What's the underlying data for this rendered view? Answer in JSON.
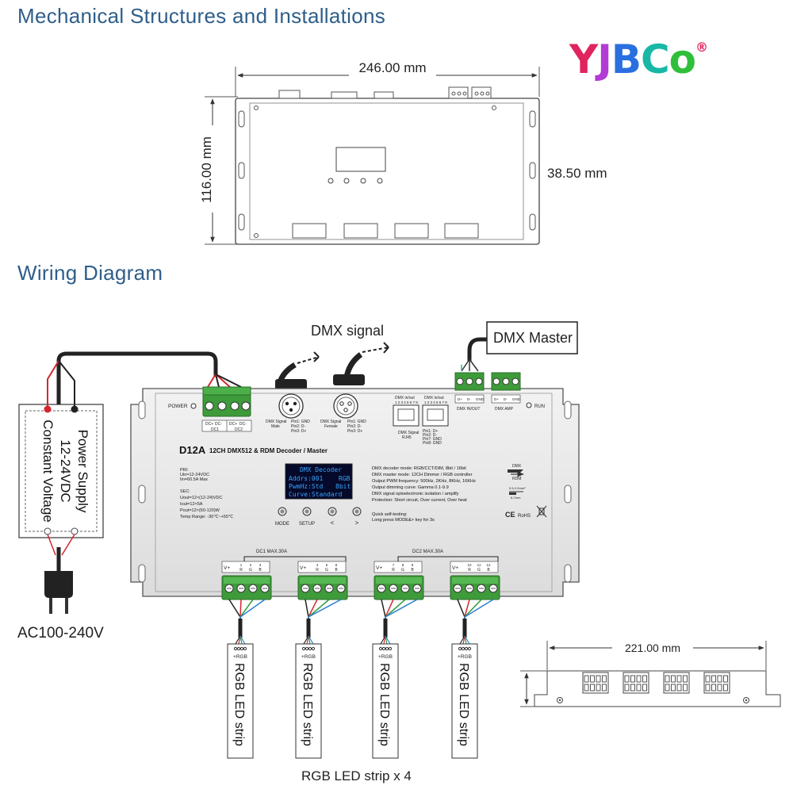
{
  "sections": {
    "mechanical_title": "Mechanical Structures and Installations",
    "wiring_title": "Wiring Diagram"
  },
  "logo": {
    "text": "YJBCo",
    "reg": "®"
  },
  "dimensions": {
    "width": "246.00 mm",
    "height": "116.00 mm",
    "depth": "38.50 mm",
    "side_width": "221.00 mm"
  },
  "wiring": {
    "dmx_signal": "DMX signal",
    "dmx_master": "DMX Master",
    "power_supply": [
      "Power Supply",
      "12-24VDC",
      "Constant Voltage"
    ],
    "ac_input": "AC100-240V",
    "led_strips_caption": "RGB LED strip x 4",
    "strip_label": "RGB LED strip",
    "strip_pins": "+RGB"
  },
  "device": {
    "model": "D12A",
    "subtitle": "12CH DMX512 & RDM Decoder / Master",
    "power_label": "POWER",
    "run_label": "RUN",
    "dc_terms": [
      "DC+",
      "DC-",
      "DC+",
      "DC-"
    ],
    "dc_groups": [
      "DC1",
      "DC2"
    ],
    "xlr_male": [
      "DMX Signal",
      "Male"
    ],
    "xlr_female": [
      "DMX Signal",
      "Female"
    ],
    "xlr_pins": [
      "Pin1: GND",
      "Pin2: D-",
      "Pin3: D+"
    ],
    "rj45_header": "DMX in/out",
    "rj45_nums": "1 2 3 4 5 6 7 8",
    "rj45_label": [
      "DMX Signal",
      "RJ45"
    ],
    "rj45_pins": [
      "Pin1: D+",
      "Pin2: D-",
      "Pin7: GND",
      "Pin8: GND"
    ],
    "top_term_pins": [
      "D+",
      "D-",
      "GND"
    ],
    "dmx_inout_label": "DMX IN/OUT",
    "dmx_amp_label": "DMX  AMP",
    "pri": [
      "PRI:",
      "Uin=12-24VDC",
      "Iin=60.5A Max"
    ],
    "sec": [
      "SEC:",
      "Uout=12×(12-24)VDC",
      "Iout=12×5A",
      "Pout=12×(60-120)W",
      "Temp Range: -30℃~+55℃"
    ],
    "display": [
      "DMX Decoder",
      "Addrs:001",
      "RGB",
      "PwmHz:Std",
      "8bit",
      "Curve:Standard"
    ],
    "buttons": [
      "MODE",
      "SETUP",
      "<",
      ">"
    ],
    "features": [
      "DMX decoder mode: RGB/CCT/DIM, 8bit / 16bit",
      "DMX master mode: 12CH Dimmer / RGB controller",
      "Output PWM frequency: 500Hz, 2KHz, 8KHz, 16KHz",
      "Output dimming curve: Gamma 0.1-9.9",
      "DMX signal optoelectronic isolation / amplify",
      "Protection: Short circuit, Over current, Over heat"
    ],
    "self_test": [
      "Quick self-testing:",
      "Long press MODE&> key for 3s"
    ],
    "cert": [
      "CE",
      "RoHS"
    ],
    "dmx_rdm_logo": [
      "DMX",
      "RDM"
    ],
    "wire_size": [
      "0.5-2.0mm²",
      "6-7mm"
    ],
    "dc_out_groups": [
      "DC1  MAX.30A",
      "DC2  MAX.30A"
    ],
    "vplus": "V+",
    "ch_numbers": [
      [
        "1",
        "2",
        "3"
      ],
      [
        "4",
        "5",
        "6"
      ],
      [
        "7",
        "8",
        "9"
      ],
      [
        "10",
        "11",
        "12"
      ]
    ],
    "ch_letters": [
      "R",
      "G",
      "B"
    ]
  }
}
